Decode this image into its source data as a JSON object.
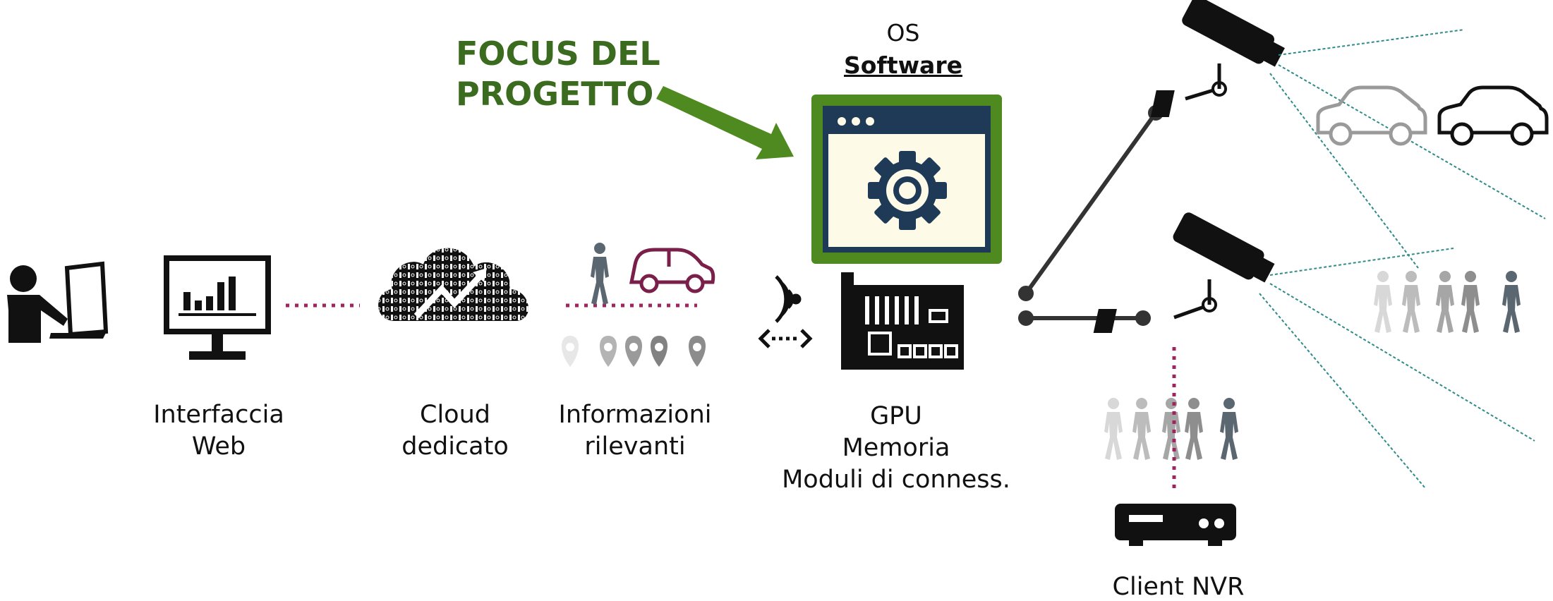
{
  "focus": {
    "line1": "FOCUS DEL",
    "line2": "PROGETTO",
    "color": "#3b6b1e",
    "arrow_color": "#4e8a1f"
  },
  "os": {
    "label": "OS",
    "software": "Software"
  },
  "labels": {
    "interfaccia": [
      "Interfaccia",
      "Web"
    ],
    "cloud": [
      "Cloud",
      "dedicato"
    ],
    "informazioni": [
      "Informazioni",
      "rilevanti"
    ],
    "hardware": [
      "GPU",
      "Memoria",
      "Moduli di conness."
    ],
    "nvr": "Client NVR"
  },
  "colors": {
    "dotted_link": "#a0245e",
    "software_frame": "#4e8a1f",
    "software_fill": "#fdfbe8",
    "software_dark": "#1f3a56",
    "view_lines": "#2f8a8a",
    "person_grey": "#5a6670",
    "car_outline": "#7a1f4a"
  },
  "icons": {
    "user": "user-at-computer-icon",
    "monitor": "bar-chart-monitor-icon",
    "cloud": "binary-cloud-icon",
    "person": "person-icon",
    "car": "car-icon",
    "pins": "location-pin-icon",
    "wireless": "wireless-transfer-icon",
    "software": "software-window-gear-icon",
    "board": "circuit-board-icon",
    "camera": "cctv-camera-icon",
    "nvr": "nvr-recorder-icon",
    "crowd": "walking-crowd-icon"
  }
}
